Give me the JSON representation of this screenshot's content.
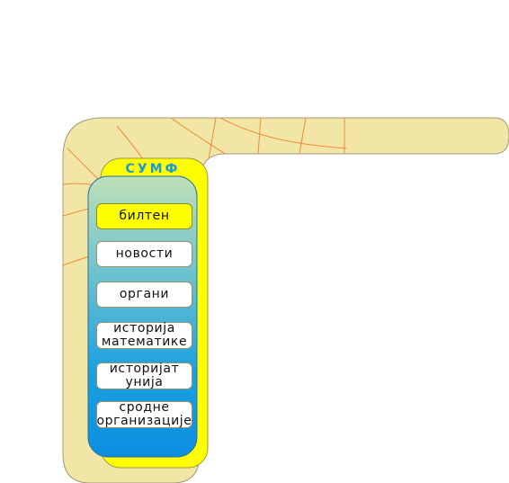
{
  "brand": {
    "title": "СУМФ",
    "color": "#1a9ad6"
  },
  "colors": {
    "frame_fill": "#f2e6a6",
    "frame_lines": "#f08a3a",
    "yellow_panel": "#ffff00",
    "blue_panel": "#0c8ee0",
    "active_button": "#ffff00"
  },
  "menu": {
    "items": [
      {
        "label": "билтен",
        "active": true
      },
      {
        "label": "новости"
      },
      {
        "label": "органи"
      },
      {
        "label_line1": "историја",
        "label_line2": "математике"
      },
      {
        "label_line1": "историјат",
        "label_line2": "унија"
      },
      {
        "label_line1": "сродне",
        "label_line2": "организације"
      }
    ]
  }
}
